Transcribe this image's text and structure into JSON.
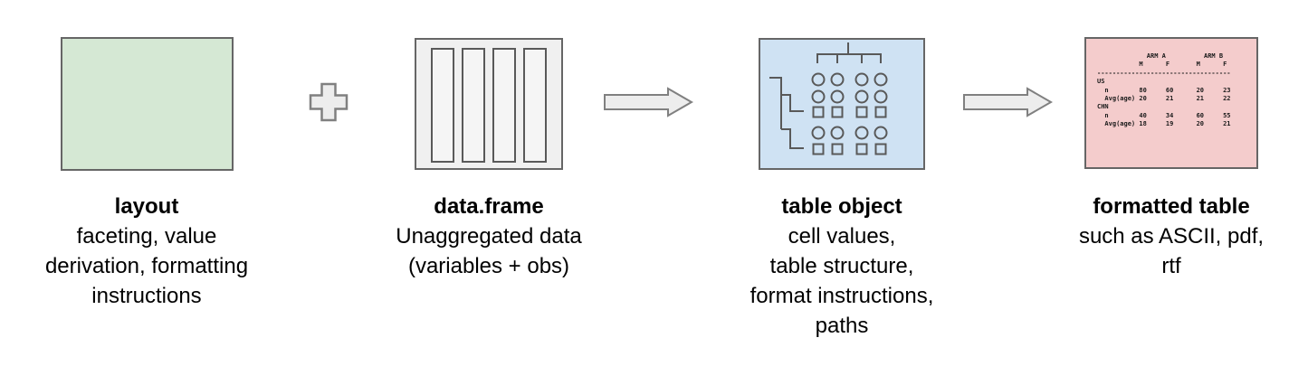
{
  "stages": [
    {
      "heading": "layout",
      "lines": [
        "faceting, value",
        "derivation, formatting",
        "instructions"
      ]
    },
    {
      "heading": "data.frame",
      "lines": [
        "Unaggregated data",
        "(variables + obs)"
      ]
    },
    {
      "heading": "table object",
      "lines": [
        "cell values,",
        "table structure,",
        "format instructions,",
        "paths"
      ]
    },
    {
      "heading": "formatted table",
      "lines": [
        "such as ASCII, pdf,",
        "rtf"
      ]
    }
  ],
  "ascii_preview": "             ARM A          ARM B\n           M      F       M      F\n-----------------------------------\nUS\n  n        80     60      20     23\n  Avg(age) 20     21      21     22\nCHN\n  n        40     34      60     55\n  Avg(age) 18     19      20     21",
  "mini_table": {
    "column_groups": [
      "ARM A",
      "ARM B"
    ],
    "columns": [
      "M",
      "F",
      "M",
      "F"
    ],
    "rows": [
      {
        "group": "US",
        "label": "n",
        "values": [
          80,
          60,
          20,
          23
        ]
      },
      {
        "group": "US",
        "label": "Avg(age)",
        "values": [
          20,
          21,
          21,
          22
        ]
      },
      {
        "group": "CHN",
        "label": "n",
        "values": [
          40,
          34,
          60,
          55
        ]
      },
      {
        "group": "CHN",
        "label": "Avg(age)",
        "values": [
          18,
          19,
          20,
          21
        ]
      }
    ]
  },
  "colors": {
    "layout_box_fill": "#d5e8d4",
    "dataframe_box_fill": "#f0f0f0",
    "table_object_box_fill": "#cfe2f3",
    "formatted_table_box_fill": "#f4cccc",
    "box_border": "#666666",
    "shape_stroke": "#595959",
    "operator_fill": "#ededed",
    "operator_stroke": "#808080",
    "text": "#000000"
  }
}
